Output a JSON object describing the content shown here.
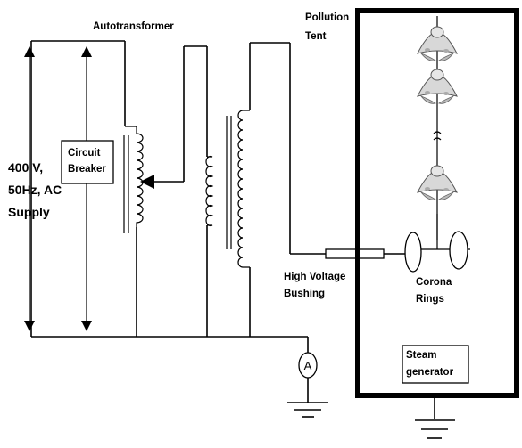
{
  "labels": {
    "autotransformer": "Autotransformer",
    "pollution": "Pollution",
    "tent": "Tent",
    "supply_1": "400 V,",
    "supply_2": "50Hz, AC",
    "supply_3": "Supply",
    "breaker_1": "Circuit",
    "breaker_2": "Breaker",
    "bushing_1": "High Voltage",
    "bushing_2": "Bushing",
    "corona_1": "Corona",
    "corona_2": "Rings",
    "steam_1": "Steam",
    "steam_2": "generator",
    "ammeter": "A"
  },
  "colors": {
    "line": "#000000",
    "insulator": "#cfcfcf",
    "background": "#ffffff"
  }
}
